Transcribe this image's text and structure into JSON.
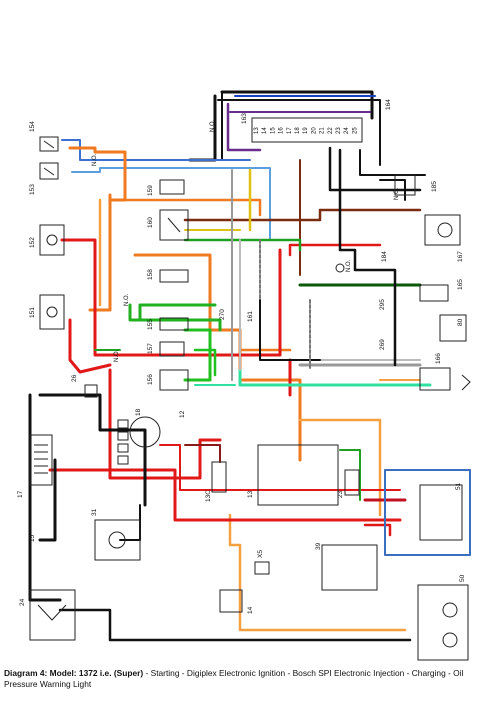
{
  "caption": {
    "title": "Diagram 4: Model: 1372 i.e. (Super)",
    "description": " - Starting - Digiplex Electronic Ignition - Bosch SPI Electronic Injection - Charging - Oil Pressure Warning Light"
  },
  "components": {
    "c154": "154",
    "c153": "153",
    "c152": "152",
    "c151": "151",
    "c159": "159",
    "c160": "160",
    "c158": "158",
    "c155": "155",
    "c157": "157",
    "c156": "156",
    "c26": "26",
    "c17": "17",
    "c15": "15",
    "c18": "18",
    "c12": "12",
    "c31": "31",
    "c13": "13",
    "c13c": "13C",
    "c23": "23",
    "c24": "24",
    "c14": "14",
    "c25": "X5",
    "c39": "39",
    "c50": "50",
    "c51": "51",
    "c166": "166",
    "c80": "80",
    "c165": "165",
    "c167": "167",
    "c185": "185",
    "c184": "184",
    "c164": "164",
    "c163": "163",
    "c161": "161",
    "c270": "270",
    "c269": "269",
    "c295": "295"
  },
  "ground_label": "N.O.",
  "fuse_numbers": [
    "13",
    "14",
    "15",
    "16",
    "17",
    "18",
    "19",
    "20",
    "21",
    "22",
    "23",
    "24",
    "25"
  ]
}
